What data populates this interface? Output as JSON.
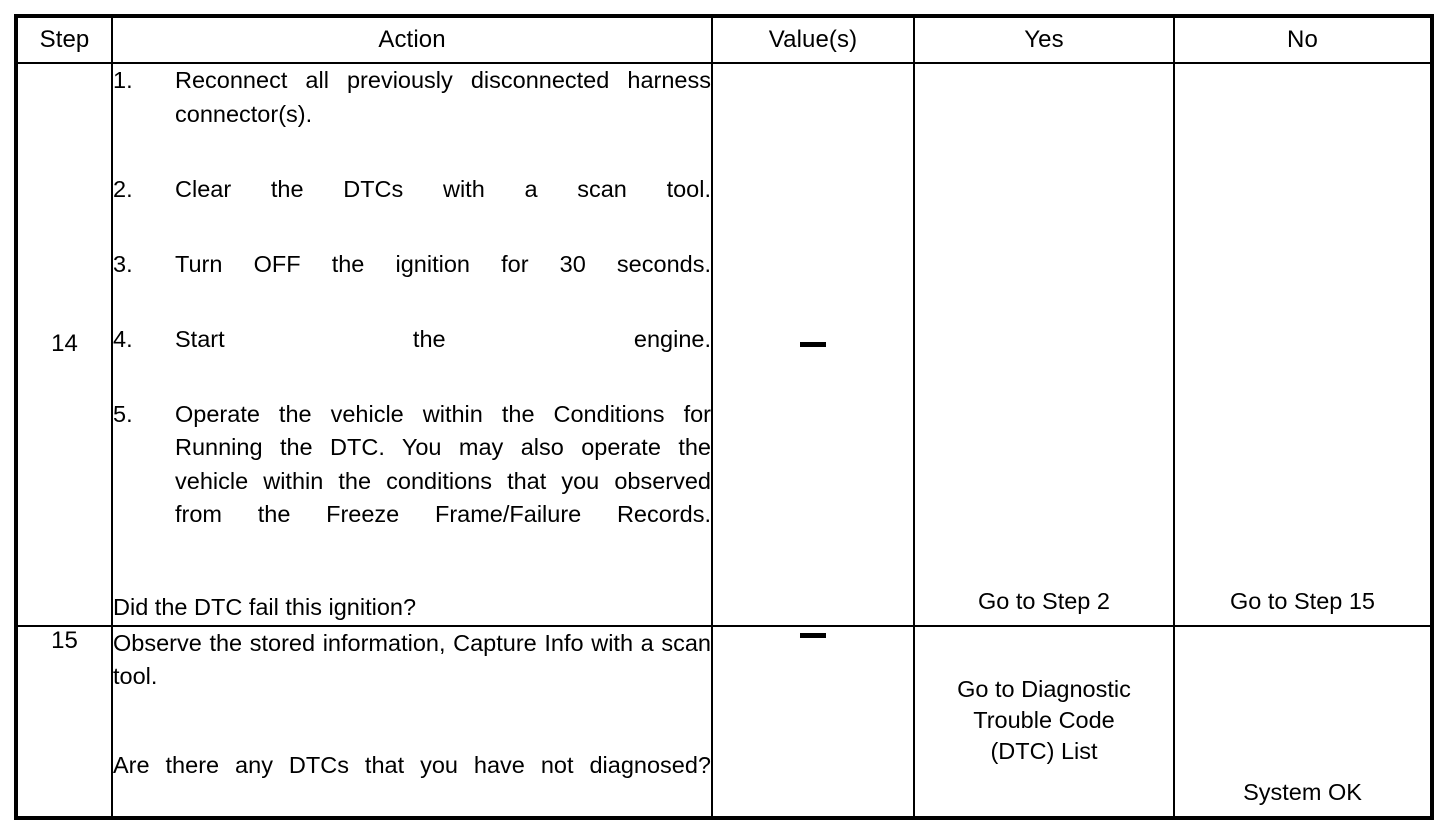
{
  "table": {
    "headers": {
      "step": "Step",
      "action": "Action",
      "values": "Value(s)",
      "yes": "Yes",
      "no": "No"
    },
    "rows": [
      {
        "step": "14",
        "value": "—",
        "action_items": [
          {
            "num": "1.",
            "text": "Reconnect all previously disconnected harness connector(s)."
          },
          {
            "num": "2.",
            "text": "Clear the DTCs with a scan tool."
          },
          {
            "num": "3.",
            "text": "Turn OFF the ignition for 30 seconds."
          },
          {
            "num": "4.",
            "text": "Start the engine."
          },
          {
            "num": "5.",
            "text": "Operate the vehicle within the Conditions for Running the DTC. You may also operate the vehicle within the conditions that you observed from the Freeze Frame/Failure Records."
          }
        ],
        "question": "Did the DTC fail this ignition?",
        "yes": "Go to Step 2",
        "no": "Go to Step 15"
      },
      {
        "step": "15",
        "value": "—",
        "intro": "Observe the stored information, Capture Info with a scan tool.",
        "question": "Are there any DTCs that you have not diagnosed?",
        "yes_line1": "Go to Diagnostic",
        "yes_line2": "Trouble Code",
        "yes_line3": "(DTC) List",
        "no": "System OK"
      }
    ]
  },
  "colors": {
    "border": "#000000",
    "text": "#000000",
    "background": "#ffffff"
  }
}
